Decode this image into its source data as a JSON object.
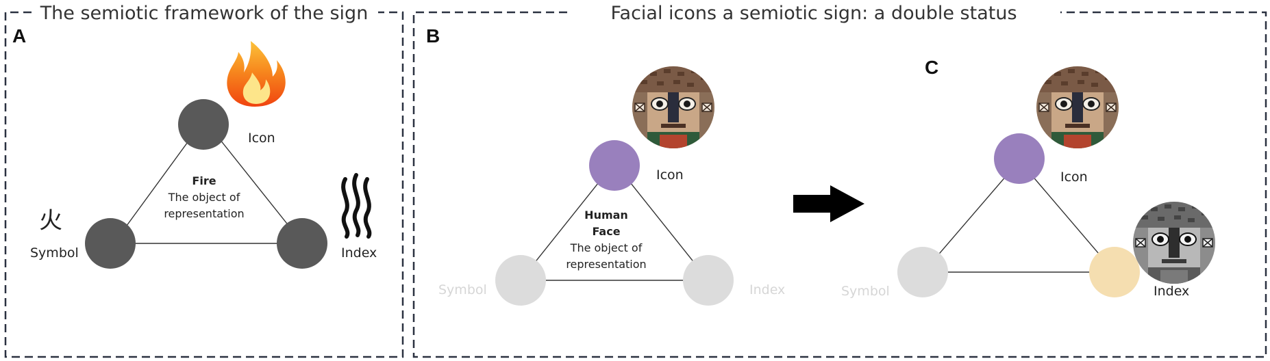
{
  "panels": {
    "a": {
      "letter": "A",
      "title": "The semiotic framework of the sign",
      "labels": {
        "icon": "Icon",
        "symbol": "Symbol",
        "index": "Index"
      },
      "object": {
        "name": "Fire",
        "line1": "The object of",
        "line2": "representation"
      },
      "symbol_glyph": "火",
      "node_color": "#595959",
      "icons": {
        "icon_image": "fire-icon",
        "index_image": "smoke-icon"
      }
    },
    "b": {
      "letter": "B",
      "title": "Facial icons a semiotic sign: a double status",
      "labels": {
        "icon": "Icon",
        "symbol": "Symbol",
        "index": "Index"
      },
      "object": {
        "name1": "Human",
        "name2": "Face",
        "line1": "The object of",
        "line2": "representation"
      },
      "icon_node_color": "#9980bd",
      "inactive_node_color": "#dcdcdc",
      "icons": {
        "icon_image": "face-mask-color-icon"
      }
    },
    "c": {
      "letter": "C",
      "labels": {
        "icon": "Icon",
        "symbol": "Symbol",
        "index": "Index"
      },
      "icon_node_color": "#9980bd",
      "index_node_color": "#f5deb0",
      "inactive_node_color": "#dcdcdc",
      "icons": {
        "icon_image": "face-mask-color-icon",
        "index_image": "face-mask-grayscale-icon"
      }
    }
  },
  "transition": {
    "icon": "arrow-right-icon"
  }
}
